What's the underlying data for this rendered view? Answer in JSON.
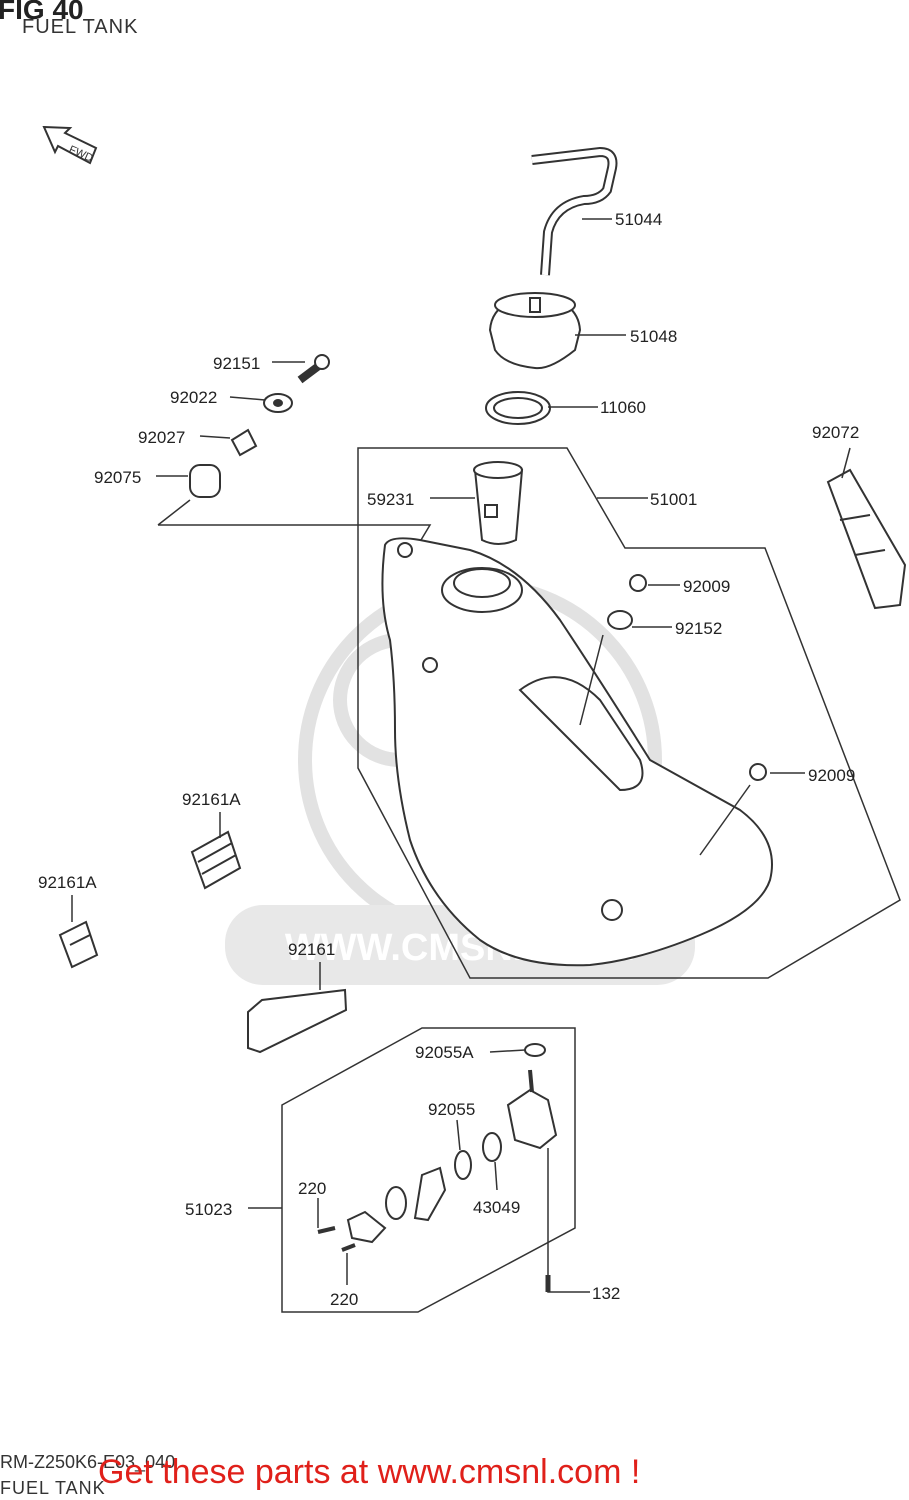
{
  "figure": {
    "title": "FIG 40",
    "subtitle": "FUEL TANK",
    "footer_code": "RM-Z250K6-E03_040",
    "footer_name": "FUEL TANK",
    "watermark_text": "WWW.CMSNL.COM",
    "promo": "Get these parts at www.cmsnl.com !",
    "fwd_label": "FWD"
  },
  "parts": [
    {
      "id": "51044",
      "label": "51044"
    },
    {
      "id": "51048",
      "label": "51048"
    },
    {
      "id": "92151",
      "label": "92151"
    },
    {
      "id": "92022",
      "label": "92022"
    },
    {
      "id": "11060",
      "label": "11060"
    },
    {
      "id": "92027",
      "label": "92027"
    },
    {
      "id": "92072",
      "label": "92072"
    },
    {
      "id": "92075",
      "label": "92075"
    },
    {
      "id": "59231",
      "label": "59231"
    },
    {
      "id": "51001",
      "label": "51001"
    },
    {
      "id": "92009a",
      "label": "92009"
    },
    {
      "id": "92152",
      "label": "92152"
    },
    {
      "id": "92009b",
      "label": "92009"
    },
    {
      "id": "92161Aa",
      "label": "92161A"
    },
    {
      "id": "92161Ab",
      "label": "92161A"
    },
    {
      "id": "92161",
      "label": "92161"
    },
    {
      "id": "92055A",
      "label": "92055A"
    },
    {
      "id": "92055",
      "label": "92055"
    },
    {
      "id": "220a",
      "label": "220"
    },
    {
      "id": "51023",
      "label": "51023"
    },
    {
      "id": "43049",
      "label": "43049"
    },
    {
      "id": "220b",
      "label": "220"
    },
    {
      "id": "132",
      "label": "132"
    }
  ],
  "colors": {
    "line": "#333333",
    "watermark": "#e4e4e4",
    "promo": "#e0201a"
  }
}
